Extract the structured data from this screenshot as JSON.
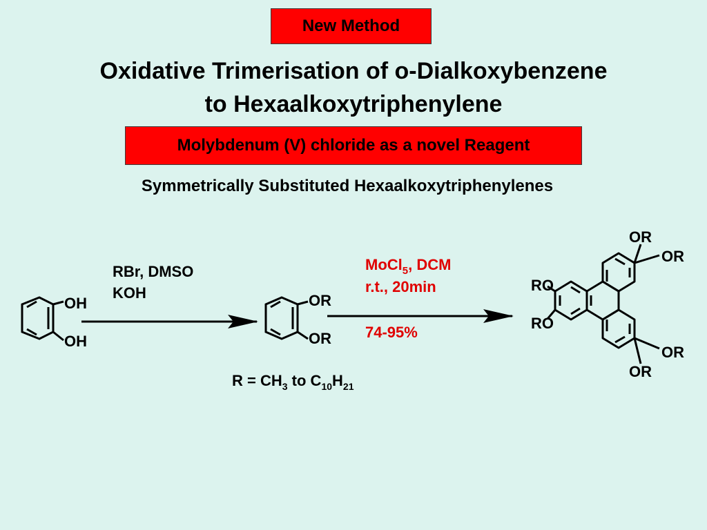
{
  "badge": "New Method",
  "title_line1": "Oxidative Trimerisation of o-Dialkoxybenzene",
  "title_line2": "to Hexaalkoxytriphenylene",
  "subtitle": "Molybdenum (V) chloride as a novel Reagent",
  "section_heading": "Symmetrically Substituted Hexaalkoxytriphenylenes",
  "start_material": {
    "sub1": "OH",
    "sub2": "OH"
  },
  "step1_conditions": {
    "line1": "RBr, DMSO",
    "line2": "KOH"
  },
  "intermediate": {
    "sub1": "OR",
    "sub2": "OR"
  },
  "step2_conditions": {
    "reagent_prefix": "MoCl",
    "reagent_sub": "5",
    "reagent_suffix": ", DCM",
    "line2": "r.t., 20min",
    "yield": "74-95%"
  },
  "product": {
    "sub_top_left": "OR",
    "sub_top_right": "OR",
    "sub_left_top": "RO",
    "sub_left_bottom": "RO",
    "sub_bottom_right": "OR",
    "sub_bottom_left": "OR"
  },
  "r_definition": {
    "prefix": "R = CH",
    "sub1": "3",
    "mid": " to C",
    "sub2": "10",
    "mid2": "H",
    "sub3": "21"
  },
  "colors": {
    "background": "#dcf3ee",
    "box": "#ff0000",
    "condition_text": "#e00000"
  }
}
